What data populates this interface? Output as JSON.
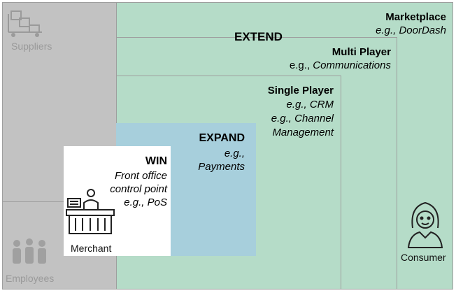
{
  "sections": {
    "suppliers": {
      "label": "Suppliers",
      "icon": "suppliers-icon"
    },
    "employees": {
      "label": "Employees",
      "icon": "employees-icon"
    },
    "marketplace": {
      "title": "Marketplace",
      "example": "e.g., DoorDash"
    },
    "extend": {
      "title": "EXTEND"
    },
    "multi_player": {
      "title": "Multi Player",
      "example_prefix": "e.g.,",
      "example": "Communications"
    },
    "single_player": {
      "title": "Single Player",
      "example_1": "e.g., CRM",
      "example_2_line1": "e.g., Channel",
      "example_2_line2": "Management"
    },
    "expand": {
      "title": "EXPAND",
      "example_line1": "e.g.,",
      "example_line2": "Payments"
    },
    "win": {
      "title": "WIN",
      "line1": "Front office",
      "line2": "control point",
      "line3": "e.g., PoS"
    },
    "merchant": {
      "label": "Merchant",
      "icon": "merchant-icon"
    },
    "consumer": {
      "label": "Consumer",
      "icon": "consumer-icon"
    }
  },
  "colors": {
    "gray_panel": "#c2c2c2",
    "green_panel": "#b5dcc8",
    "blue_panel": "#a7cfdc",
    "white_panel": "#ffffff"
  }
}
